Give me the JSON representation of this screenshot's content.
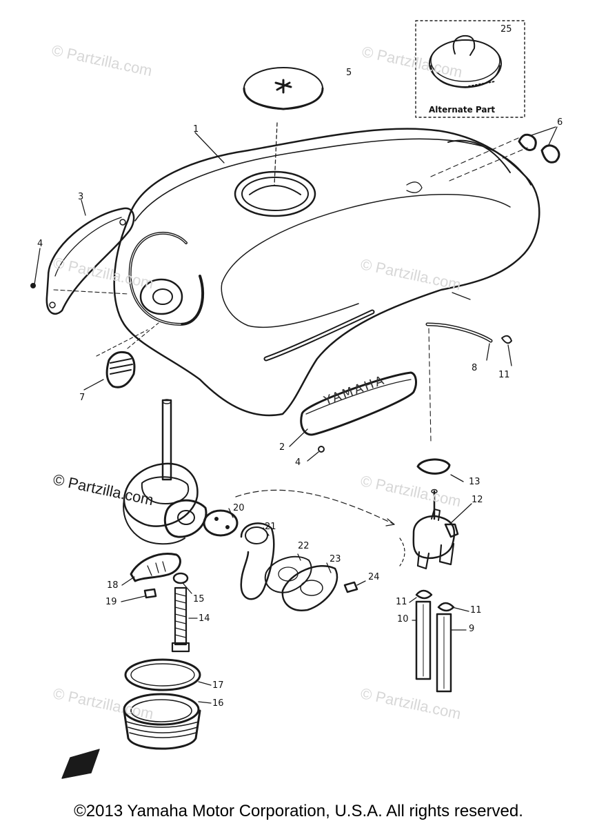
{
  "callouts": {
    "c1": "1",
    "c2": "2",
    "c3": "3",
    "c4a": "4",
    "c4b": "4",
    "c5": "5",
    "c6": "6",
    "c7": "7",
    "c8": "8",
    "c9": "9",
    "c10": "10",
    "c11a": "11",
    "c11b": "11",
    "c11c": "11",
    "c12": "12",
    "c13": "13",
    "c14": "14",
    "c15": "15",
    "c16": "16",
    "c17": "17",
    "c18": "18",
    "c19": "19",
    "c20": "20",
    "c21": "21",
    "c22": "22",
    "c23": "23",
    "c24": "24",
    "c25": "25"
  },
  "alternate_part_label": "Alternate Part",
  "emblem_text": "YAMAHA",
  "watermark": "© Partzilla.com",
  "watermark_strong": "© Partzilla.com",
  "copyright": "©2013 Yamaha Motor Corporation, U.S.A. All rights reserved.",
  "colors": {
    "line": "#1a1a1a",
    "watermark": "#d7d7d7",
    "background": "#ffffff"
  }
}
